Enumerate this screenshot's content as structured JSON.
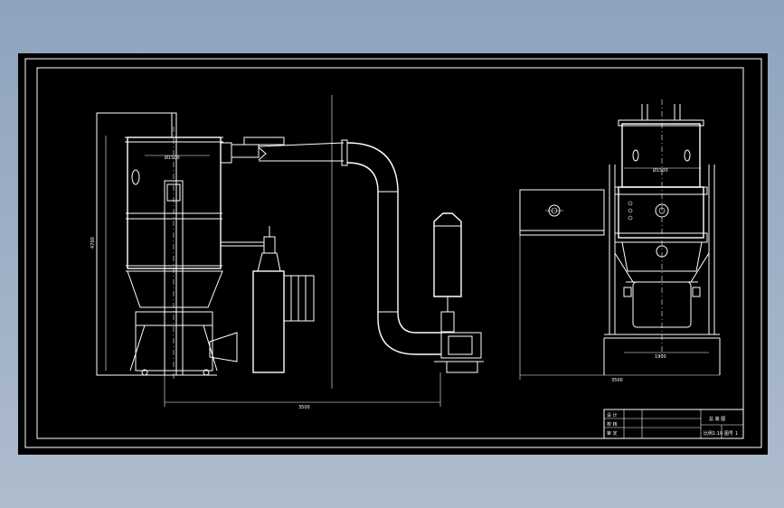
{
  "drawing": {
    "front_view": {
      "diameter_label": "Ø1500",
      "height_label": "4700",
      "width_label": "3500"
    },
    "side_view": {
      "diameter_label": "Ø1500",
      "inner_width_label": "1900",
      "outer_width_label": "3500"
    },
    "title_block": {
      "row1": "设 计",
      "row2": "校 核",
      "row3": "审 定",
      "name": "总 装 图",
      "scale_label": "比例",
      "scale_value": "1:10",
      "sheet_label": "图号",
      "sheet_value": "1"
    }
  },
  "colors": {
    "background_gradient_top": "#8ea3bd",
    "background_gradient_bottom": "#aebccd",
    "sheet": "#000000",
    "lines": "#ffffff"
  }
}
